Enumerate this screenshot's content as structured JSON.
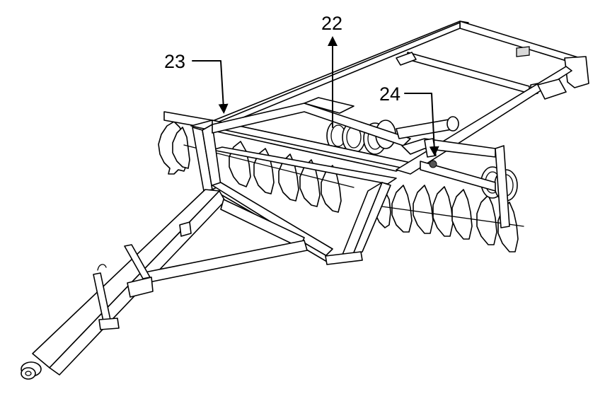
{
  "callouts": {
    "c22": {
      "label": "22"
    },
    "c23": {
      "label": "23"
    },
    "c24": {
      "label": "24"
    }
  },
  "colors": {
    "line": "#000000",
    "background": "#ffffff"
  }
}
